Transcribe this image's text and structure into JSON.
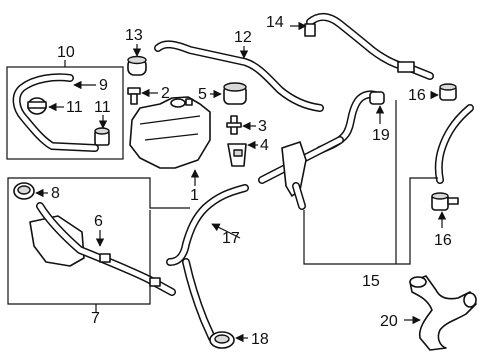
{
  "callouts": {
    "c1": "1",
    "c2": "2",
    "c3": "3",
    "c4": "4",
    "c5": "5",
    "c6": "6",
    "c7": "7",
    "c8": "8",
    "c9": "9",
    "c10": "10",
    "c11a": "11",
    "c11b": "11",
    "c12": "12",
    "c13": "13",
    "c14": "14",
    "c15": "15",
    "c16a": "16",
    "c16b": "16",
    "c17": "17",
    "c18": "18",
    "c19": "19",
    "c20": "20"
  },
  "colors": {
    "line": "#111111",
    "fill": "#ffffff",
    "shade": "#d9d9d9"
  }
}
